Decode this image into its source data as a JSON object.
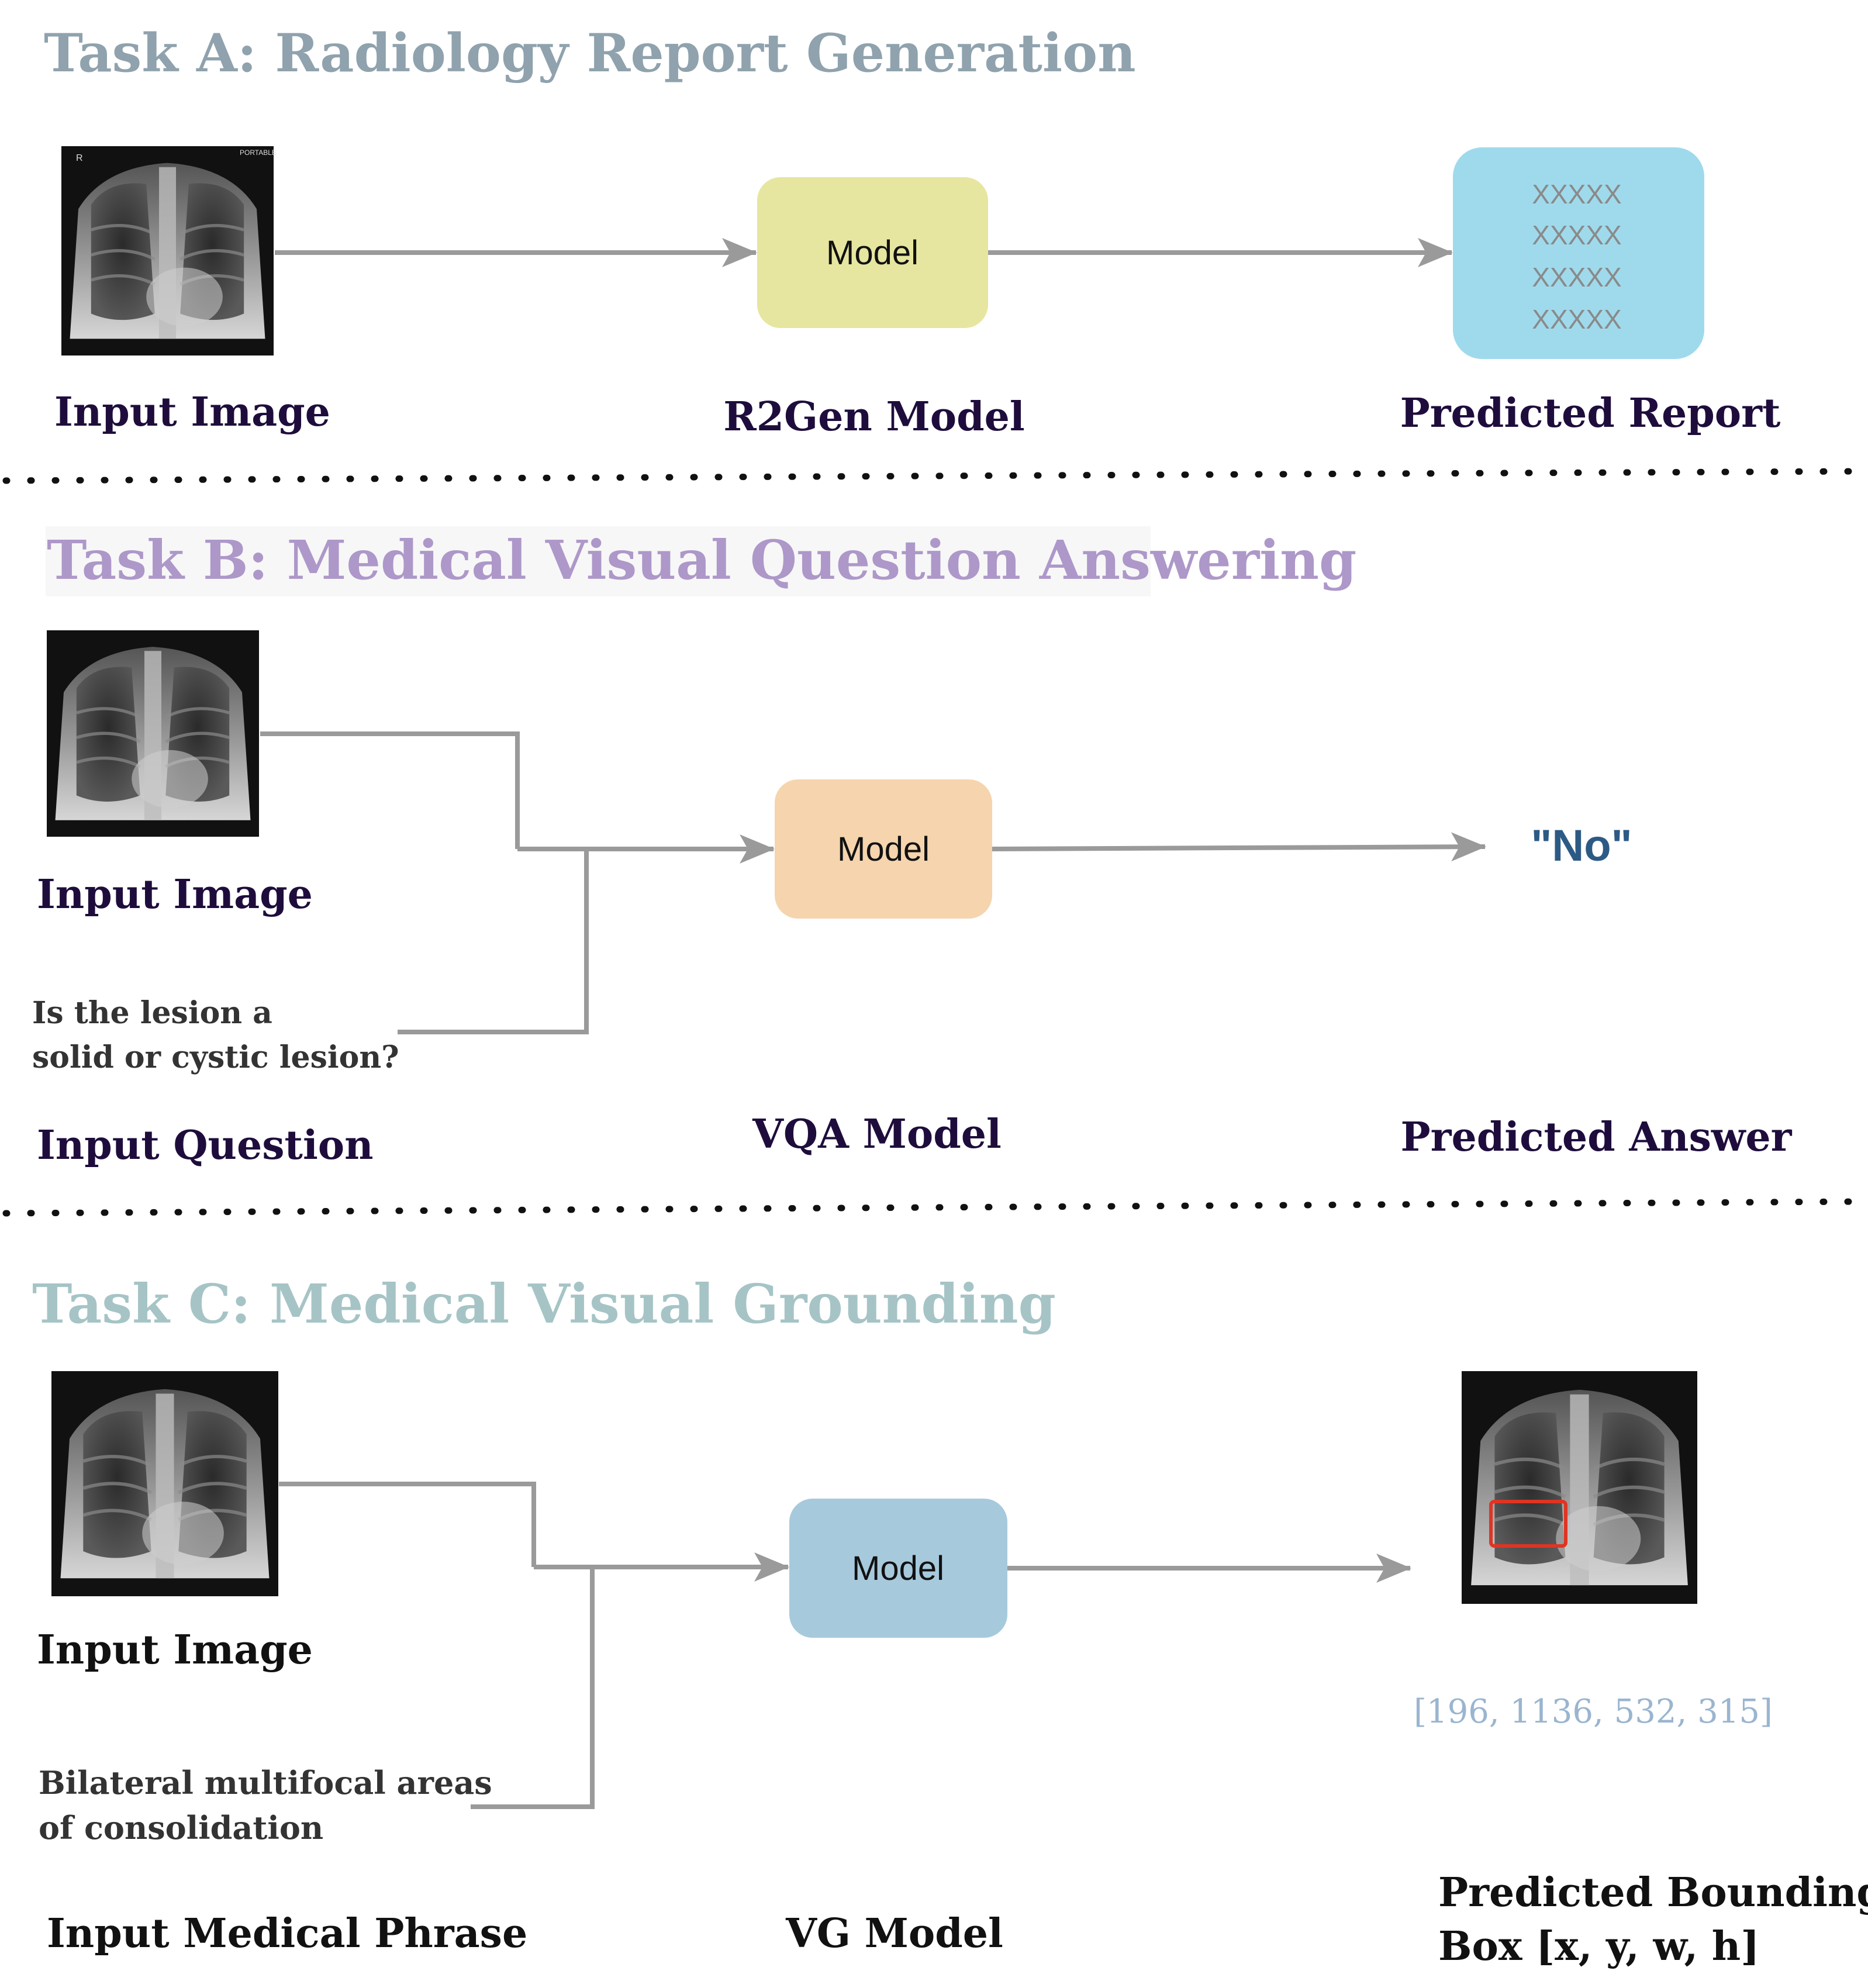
{
  "task_a": {
    "title": "Task A: Radiology Report Generation",
    "model_box_label": "Model",
    "report_lines": [
      "XXXXX",
      "XXXXX",
      "XXXXX",
      "XXXXX"
    ],
    "input_label": "Input Image",
    "model_label": "R2Gen Model",
    "output_label": "Predicted Report"
  },
  "task_b": {
    "title": "Task B: Medical Visual Question Answering",
    "model_box_label": "Model",
    "answer": "\"No\"",
    "input_image_label": "Input Image",
    "question_lines": [
      "Is the lesion a",
      "solid or cystic lesion?"
    ],
    "input_question_label": "Input Question",
    "model_label": "VQA Model",
    "output_label": "Predicted Answer"
  },
  "task_c": {
    "title": "Task C: Medical Visual Grounding",
    "model_box_label": "Model",
    "bbox_values": "[196, 1136, 532, 315]",
    "input_image_label": "Input Image",
    "phrase_lines": [
      "Bilateral multifocal areas",
      "of consolidation"
    ],
    "input_phrase_label": "Input Medical Phrase",
    "model_label": "VG Model",
    "output_label_lines": [
      "Predicted Bounding",
      "Box [x, y, w, h]"
    ]
  },
  "colors": {
    "title_a": "#8fa2ad",
    "title_b": "#ad98c9",
    "title_c": "#a6c4c6",
    "label": "#1e0d3c",
    "arrow": "#9a9a9a",
    "model_a_fill": "#e6e6a0",
    "model_b_fill": "#f5d4ae",
    "model_c_fill": "#a7c9dc",
    "report_fill": "#9fdaec",
    "answer": "#2c5a85",
    "bbox_text": "#9ab5cf",
    "bbox_box": "#e03423"
  }
}
